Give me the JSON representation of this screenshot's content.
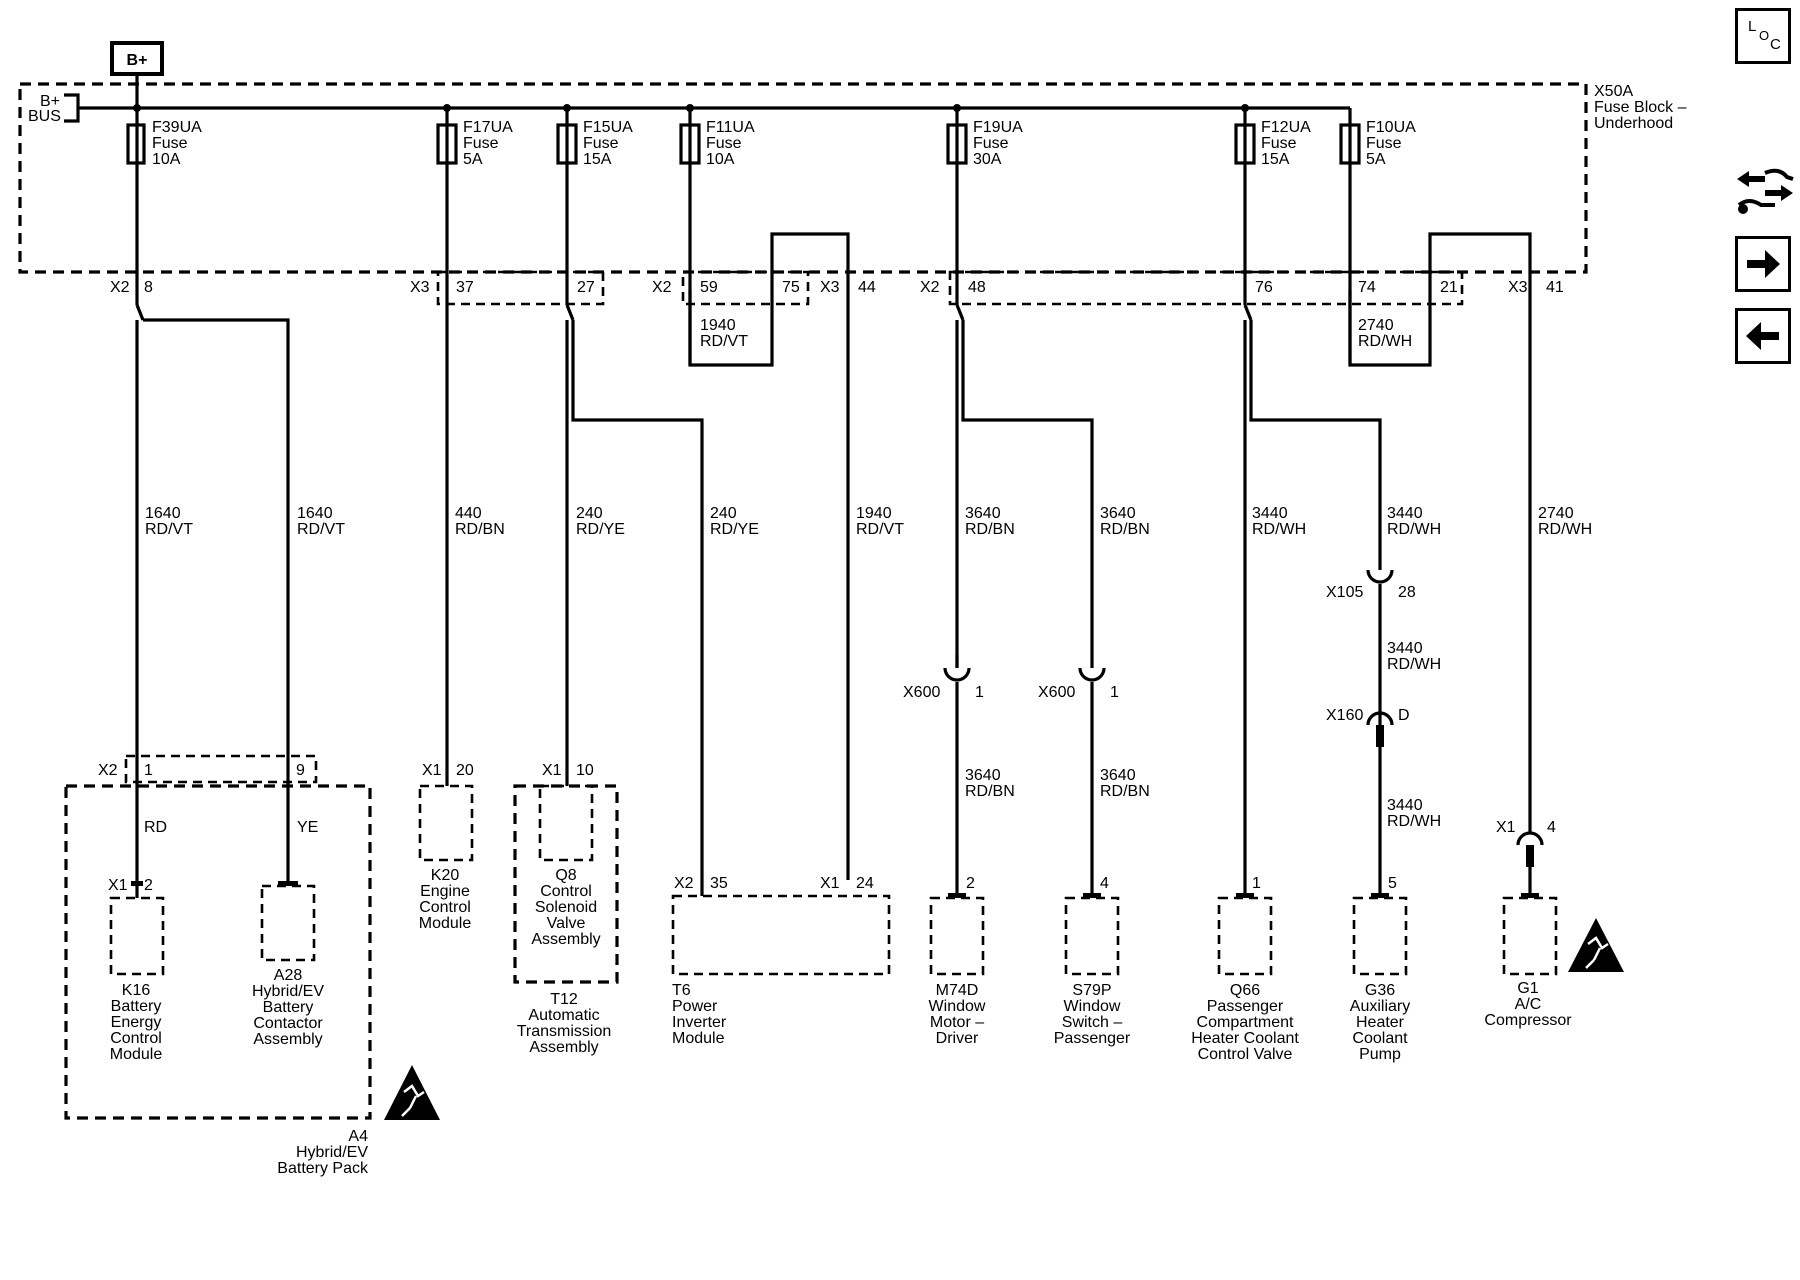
{
  "toolbar": {
    "loc_l": "L",
    "loc_o": "O",
    "loc_c": "C",
    "icons": [
      "location-icon",
      "connector-view-icon",
      "next-page-icon",
      "previous-page-icon"
    ]
  },
  "bplus": "B+",
  "bus": {
    "line1": "B+",
    "line2": "BUS"
  },
  "fuse_block": {
    "line1": "X50A",
    "line2": "Fuse Block –",
    "line3": "Underhood"
  },
  "fuses": [
    {
      "id": "F39UA",
      "type": "Fuse",
      "rating": "10A"
    },
    {
      "id": "F17UA",
      "type": "Fuse",
      "rating": "5A"
    },
    {
      "id": "F15UA",
      "type": "Fuse",
      "rating": "15A"
    },
    {
      "id": "F11UA",
      "type": "Fuse",
      "rating": "10A"
    },
    {
      "id": "F19UA",
      "type": "Fuse",
      "rating": "30A"
    },
    {
      "id": "F12UA",
      "type": "Fuse",
      "rating": "15A"
    },
    {
      "id": "F10UA",
      "type": "Fuse",
      "rating": "5A"
    }
  ],
  "block_pins": {
    "x2a": "X2",
    "p8": "8",
    "x3a": "X3",
    "p37": "37",
    "p27": "27",
    "x2b": "X2",
    "p59": "59",
    "p75": "75",
    "x3b": "X3",
    "p44": "44",
    "x2c": "X2",
    "p48": "48",
    "p76": "76",
    "p74": "74",
    "p21": "21",
    "x3c": "X3",
    "p41": "41"
  },
  "loops": [
    {
      "circuit": "1940",
      "color": "RD/VT"
    },
    {
      "circuit": "2740",
      "color": "RD/WH"
    }
  ],
  "wires": [
    {
      "circuit": "1640",
      "color": "RD/VT"
    },
    {
      "circuit": "1640",
      "color": "RD/VT"
    },
    {
      "circuit": "440",
      "color": "RD/BN"
    },
    {
      "circuit": "240",
      "color": "RD/YE"
    },
    {
      "circuit": "240",
      "color": "RD/YE"
    },
    {
      "circuit": "1940",
      "color": "RD/VT"
    },
    {
      "circuit": "3640",
      "color": "RD/BN"
    },
    {
      "circuit": "3640",
      "color": "RD/BN"
    },
    {
      "circuit": "3440",
      "color": "RD/WH"
    },
    {
      "circuit": "3440",
      "color": "RD/WH"
    },
    {
      "circuit": "2740",
      "color": "RD/WH"
    }
  ],
  "inline": {
    "x105": "X105",
    "x105_pin": "28",
    "w3440b_c": "3440",
    "w3440b_col": "RD/WH",
    "x160": "X160",
    "x160_pin": "D",
    "w3440c_c": "3440",
    "w3440c_col": "RD/WH",
    "x600a": "X600",
    "x600a_pin": "1",
    "x600b": "X600",
    "x600b_pin": "1",
    "w3640b_c": "3640",
    "w3640b_col": "RD/BN",
    "w3640c_c": "3640",
    "w3640c_col": "RD/BN",
    "x1_g1": "X1",
    "x1_g1_pin": "4"
  },
  "a4": {
    "x2": "X2",
    "pin1": "1",
    "pin9": "9",
    "rd": "RD",
    "ye": "YE",
    "k16_x1": "X1",
    "k16_pin": "2",
    "label": [
      "A4",
      "Hybrid/EV",
      "Battery Pack"
    ]
  },
  "components": {
    "k16": [
      "K16",
      "Battery",
      "Energy",
      "Control",
      "Module"
    ],
    "a28": [
      "A28",
      "Hybrid/EV",
      "Battery",
      "Contactor",
      "Assembly"
    ],
    "k20": [
      "K20",
      "Engine",
      "Control",
      "Module"
    ],
    "q8": [
      "Q8",
      "Control",
      "Solenoid",
      "Valve",
      "Assembly"
    ],
    "t12": [
      "T12",
      "Automatic",
      "Transmission",
      "Assembly"
    ],
    "t6": [
      "T6",
      "Power",
      "Inverter",
      "Module"
    ],
    "m74d": [
      "M74D",
      "Window",
      "Motor –",
      "Driver"
    ],
    "s79p": [
      "S79P",
      "Window",
      "Switch –",
      "Passenger"
    ],
    "q66": [
      "Q66",
      "Passenger",
      "Compartment",
      "Heater Coolant",
      "Control Valve"
    ],
    "g36": [
      "G36",
      "Auxiliary",
      "Heater",
      "Coolant",
      "Pump"
    ],
    "g1": [
      "G1",
      "A/C",
      "Compressor"
    ]
  },
  "comp_pins": {
    "k20_x1": "X1",
    "k20_pin": "20",
    "t12_x1": "X1",
    "t12_pin": "10",
    "t6_x2": "X2",
    "t6_pin35": "35",
    "t6_x1": "X1",
    "t6_pin24": "24",
    "m74d_pin": "2",
    "s79p_pin": "4",
    "q66_pin": "1",
    "g36_pin": "5"
  }
}
